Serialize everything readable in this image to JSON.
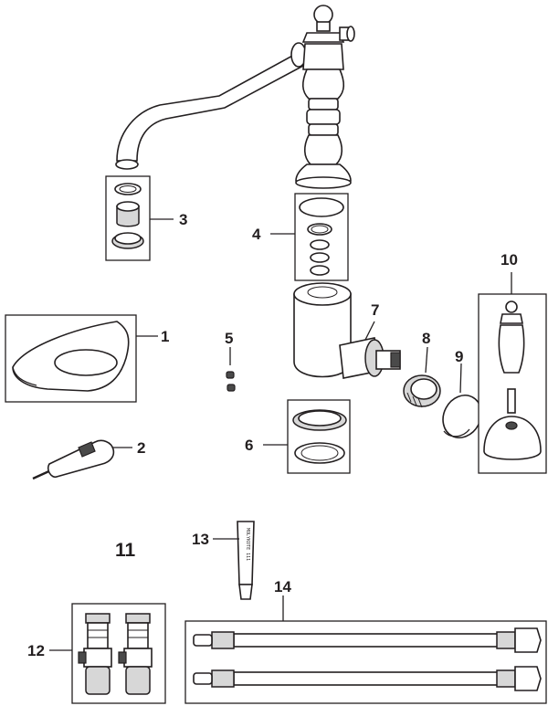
{
  "diagram": {
    "callouts": [
      {
        "id": "1",
        "label": "1"
      },
      {
        "id": "2",
        "label": "2"
      },
      {
        "id": "3",
        "label": "3"
      },
      {
        "id": "4",
        "label": "4"
      },
      {
        "id": "5",
        "label": "5"
      },
      {
        "id": "6",
        "label": "6"
      },
      {
        "id": "7",
        "label": "7"
      },
      {
        "id": "8",
        "label": "8"
      },
      {
        "id": "9",
        "label": "9"
      },
      {
        "id": "10",
        "label": "10"
      },
      {
        "id": "11",
        "label": "11"
      },
      {
        "id": "12",
        "label": "12"
      },
      {
        "id": "13",
        "label": "13"
      },
      {
        "id": "14",
        "label": "14"
      }
    ],
    "tube_text": "MOLYKOTE 111"
  }
}
